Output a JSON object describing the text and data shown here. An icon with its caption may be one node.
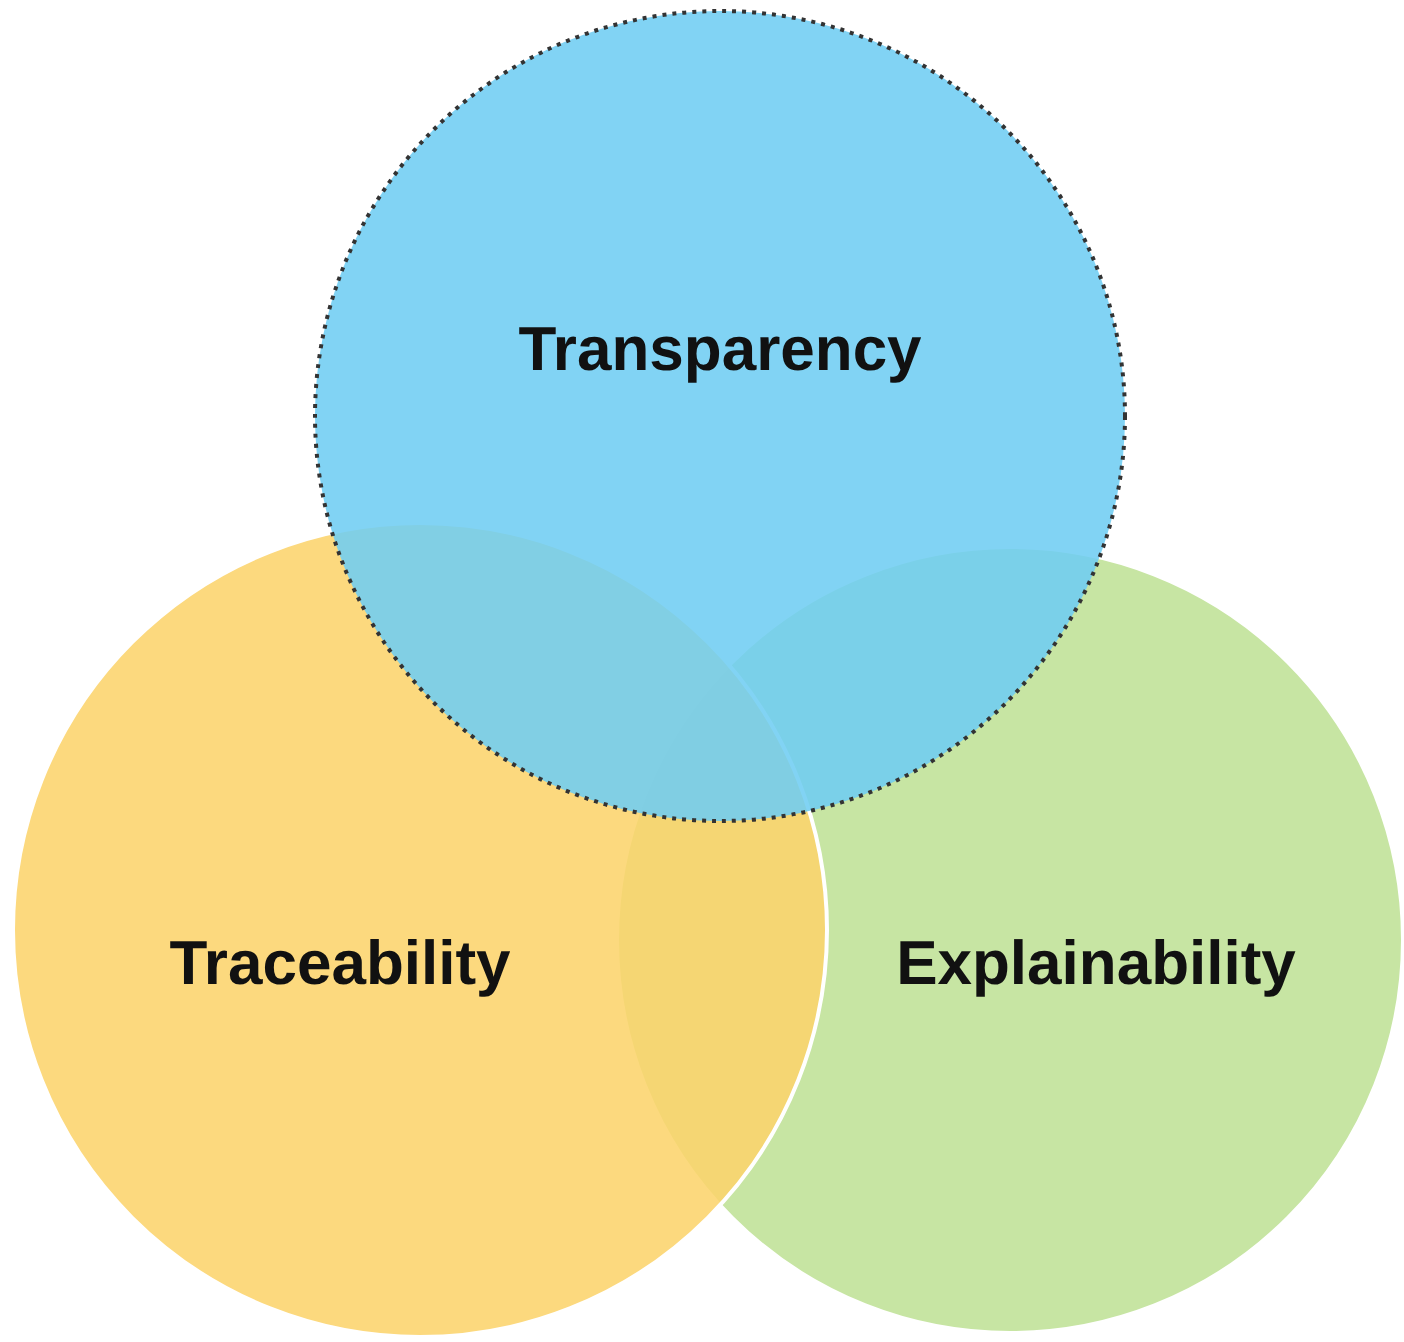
{
  "diagram": {
    "nodes": [
      {
        "text": [
          "Transparency"
        ]
      },
      {
        "text": [
          "Traceability"
        ]
      },
      {
        "text": [
          "Explainability"
        ]
      }
    ]
  }
}
